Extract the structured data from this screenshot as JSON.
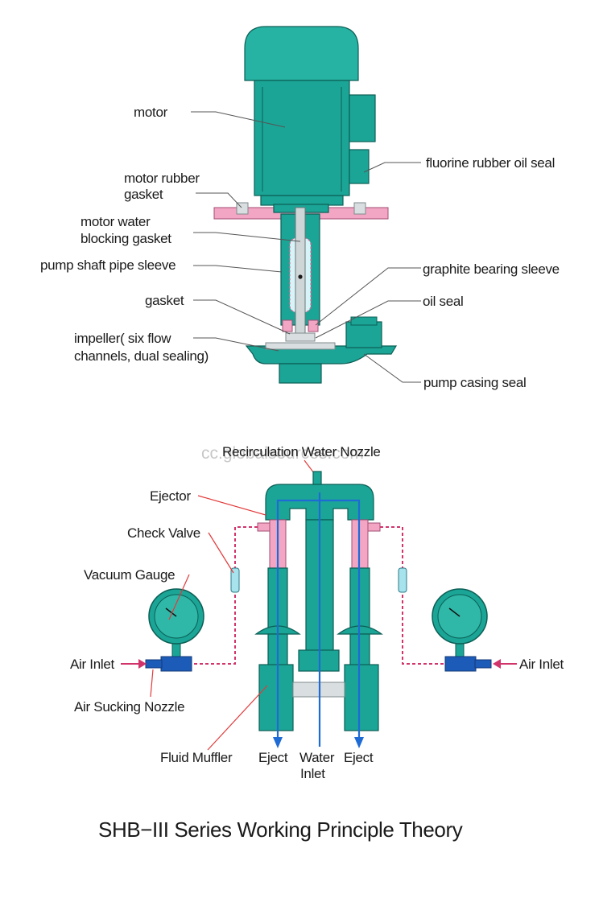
{
  "pump_labels": {
    "motor": "motor",
    "motor_rubber_gasket_1": "motor rubber",
    "motor_rubber_gasket_2": "gasket",
    "motor_water_blocking_1": "motor water",
    "motor_water_blocking_2": "blocking gasket",
    "pump_shaft_pipe_sleeve": "pump shaft pipe sleeve",
    "gasket": "gasket",
    "impeller_1": "impeller( six flow",
    "impeller_2": "channels, dual sealing)",
    "fluorine_rubber_oil_seal": "fluorine rubber oil seal",
    "graphite_bearing_sleeve": "graphite bearing sleeve",
    "oil_seal": "oil seal",
    "pump_casing_seal": "pump casing seal"
  },
  "ejector_labels": {
    "recirculation_nozzle": "Recirculation Water Nozzle",
    "watermark": "cc.globalsources.com",
    "ejector": "Ejector",
    "check_valve": "Check Valve",
    "vacuum_gauge": "Vacuum Gauge",
    "air_inlet_left": "Air Inlet",
    "air_inlet_right": "Air Inlet",
    "air_sucking_nozzle": "Air Sucking Nozzle",
    "fluid_muffler": "Fluid Muffler",
    "eject_left": "Eject",
    "water_inlet_1": "Water",
    "water_inlet_2": "Inlet",
    "eject_right": "Eject"
  },
  "caption": "SHB−III Series Working Principle Theory",
  "colors": {
    "teal": "#1ba596",
    "pink": "#f3a6c4",
    "flow_blue": "#1e6bd6",
    "air_line": "#d1346b",
    "leader_red": "#e23a3a"
  }
}
